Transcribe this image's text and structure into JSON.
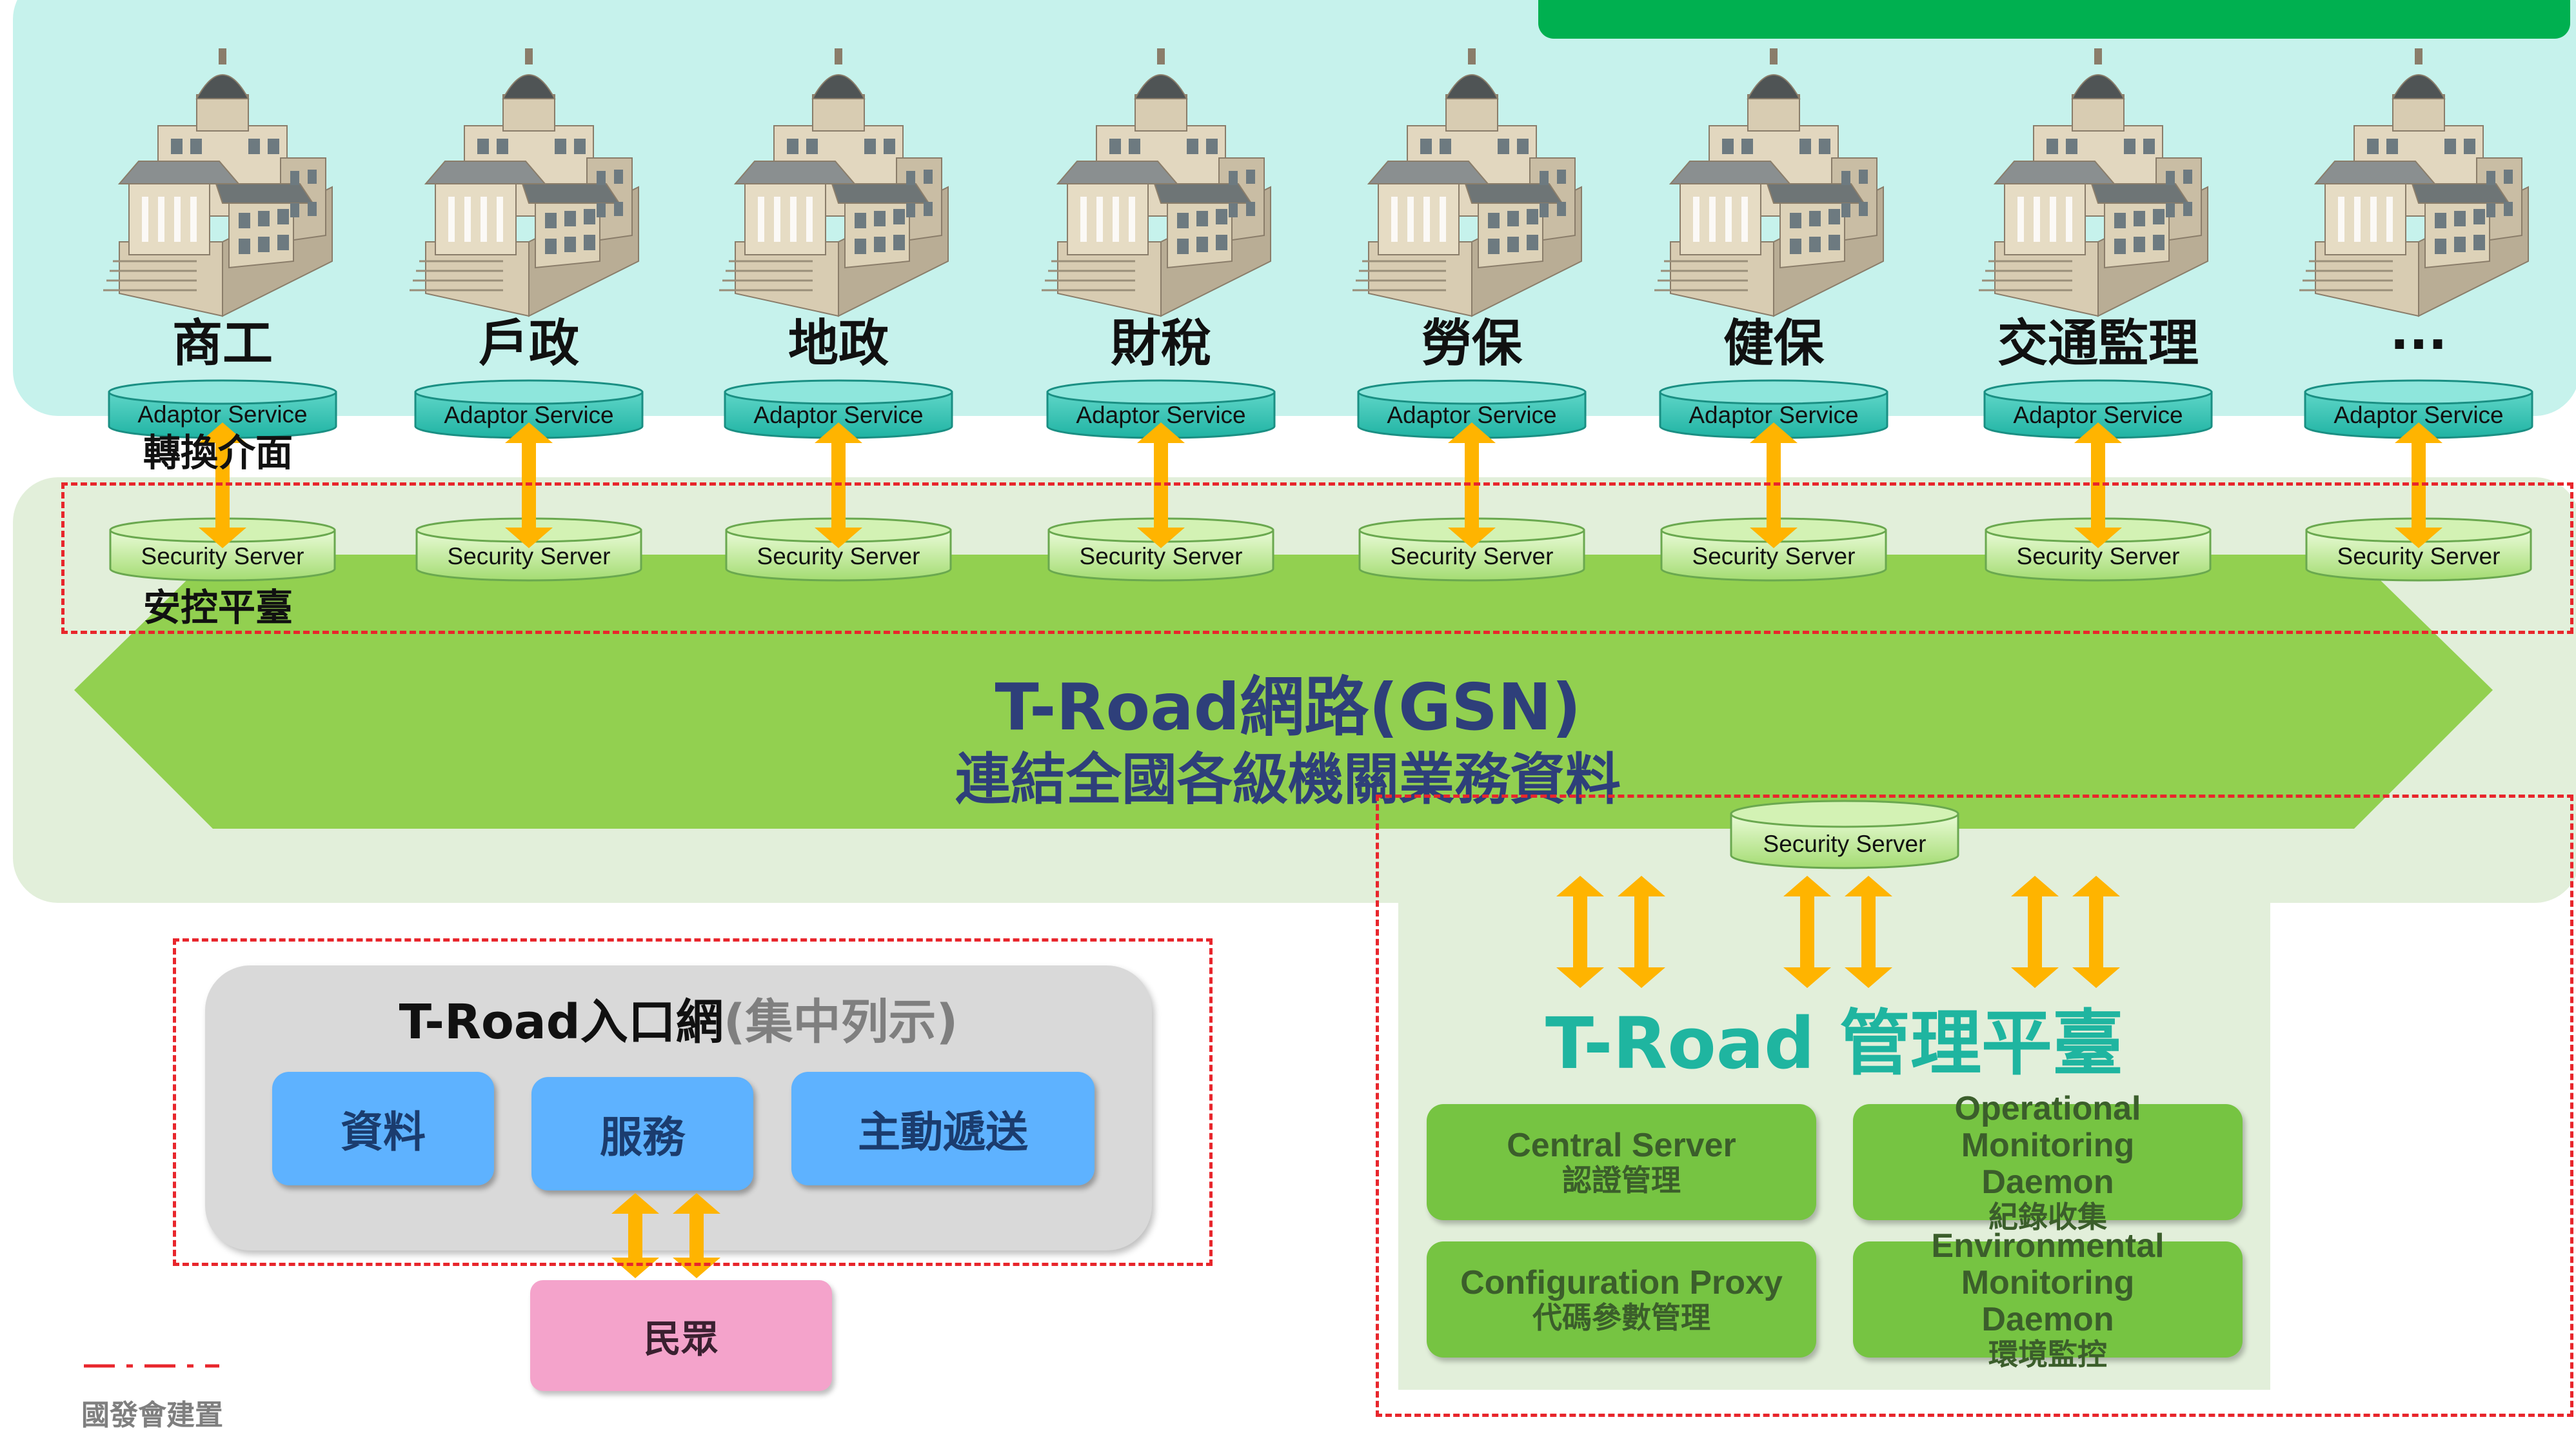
{
  "agencies": [
    {
      "name": "商工",
      "adaptor": "Adaptor Service",
      "security": "Security Server"
    },
    {
      "name": "戶政",
      "adaptor": "Adaptor Service",
      "security": "Security Server"
    },
    {
      "name": "地政",
      "adaptor": "Adaptor Service",
      "security": "Security Server"
    },
    {
      "name": "財稅",
      "adaptor": "Adaptor Service",
      "security": "Security Server"
    },
    {
      "name": "勞保",
      "adaptor": "Adaptor Service",
      "security": "Security Server"
    },
    {
      "name": "健保",
      "adaptor": "Adaptor Service",
      "security": "Security Server"
    },
    {
      "name": "交通監理",
      "adaptor": "Adaptor Service",
      "security": "Security Server"
    },
    {
      "name": "...",
      "adaptor": "Adaptor Service",
      "security": "Security Server"
    }
  ],
  "labels": {
    "adaptor_layer": "轉換介面",
    "security_layer": "安控平臺"
  },
  "network": {
    "title": "T-Road網路(GSN)",
    "subtitle": "連結全國各級機關業務資料"
  },
  "management": {
    "security": "Security Server",
    "title": "T-Road 管理平臺",
    "components": [
      {
        "name": "Central Server",
        "desc": "認證管理"
      },
      {
        "name": "Operational Monitoring Daemon",
        "desc": "紀錄收集"
      },
      {
        "name": "Configuration Proxy",
        "desc": "代碼參數管理"
      },
      {
        "name": "Environmental Monitoring Daemon",
        "desc": "環境監控"
      }
    ]
  },
  "portal": {
    "title": "T-Road入口網",
    "title_note": "(集中列示)",
    "buttons": [
      "資料",
      "服務",
      "主動遞送"
    ],
    "public": "民眾"
  },
  "legend": {
    "dash_label": "國發會建置"
  },
  "colors": {
    "top_panel": "#c6f2ec",
    "network_band": "#92d050",
    "dash_line": "#e8262c",
    "arrow": "#ffb400",
    "management_title": "#1fb5a0",
    "portal_button": "#5eb2ff",
    "public_box": "#f4a3cb"
  }
}
